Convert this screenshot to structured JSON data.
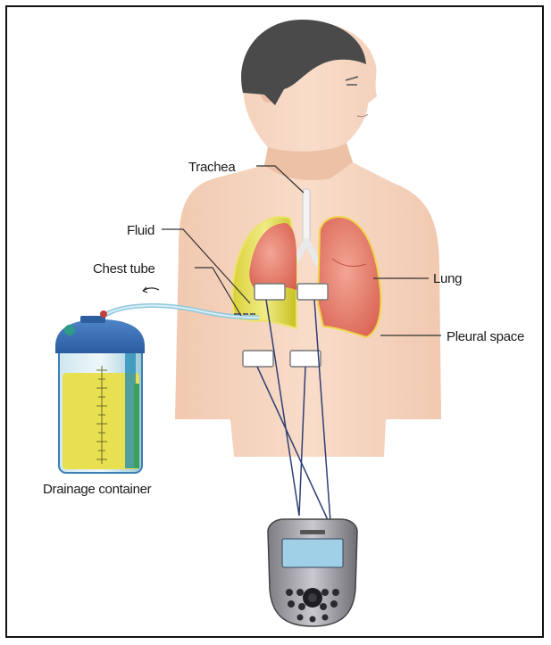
{
  "labels": {
    "trachea": "Trachea",
    "fluid": "Fluid",
    "chest_tube": "Chest tube",
    "lung": "Lung",
    "pleural_space": "Pleural space",
    "drainage_container": "Drainage container"
  },
  "icons": {
    "figure": "human-torso-illustration",
    "lungs": "lungs-icon",
    "container": "drainage-bottle-icon",
    "device": "tens-device-icon"
  },
  "colors": {
    "skin": "#f7d9c4",
    "hair": "#4a4a4a",
    "lung": "#e98474",
    "fluid": "#e9e05a",
    "cable": "#2f3f74"
  }
}
